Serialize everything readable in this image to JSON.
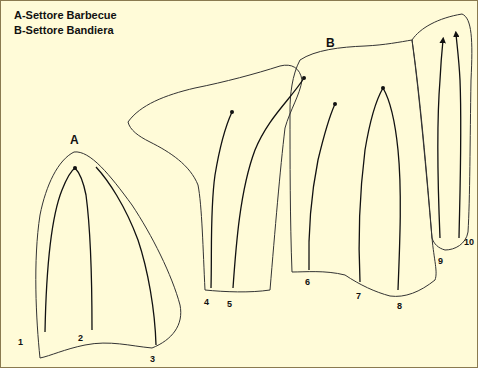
{
  "diagram": {
    "labels": [
      "A-Settore Barbecue",
      "B-Settore Bandiera",
      "A",
      "B",
      "1",
      "2",
      "3",
      "4",
      "5",
      "6",
      "7",
      "8",
      "9",
      "10"
    ]
  }
}
